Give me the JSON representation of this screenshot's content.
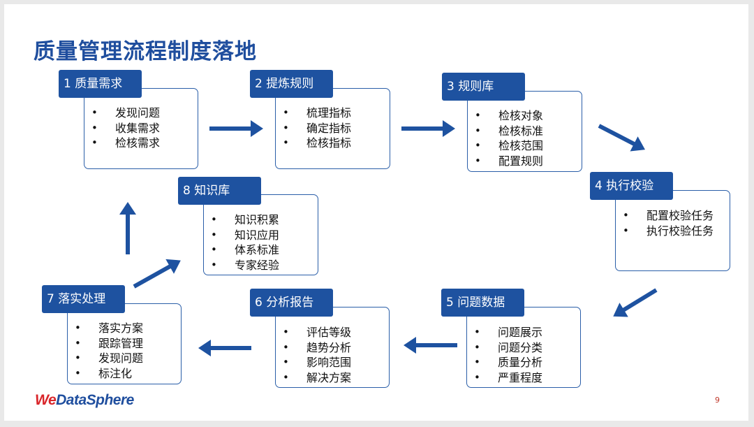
{
  "title": "质量管理流程制度落地",
  "steps": [
    {
      "label": "1 质量需求",
      "items": [
        "发现问题",
        "收集需求",
        "检核需求"
      ]
    },
    {
      "label": "2 提炼规则",
      "items": [
        "梳理指标",
        "确定指标",
        "检核指标"
      ]
    },
    {
      "label": "3 规则库",
      "items": [
        "检核对象",
        "检核标准",
        "检核范围",
        "配置规则"
      ]
    },
    {
      "label": "4 执行校验",
      "items": [
        "配置校验任务",
        "执行校验任务"
      ]
    },
    {
      "label": "5 问题数据",
      "items": [
        "问题展示",
        "问题分类",
        "质量分析",
        "严重程度"
      ]
    },
    {
      "label": "6 分析报告",
      "items": [
        "评估等级",
        "趋势分析",
        "影响范围",
        "解决方案"
      ]
    },
    {
      "label": "7 落实处理",
      "items": [
        "落实方案",
        "跟踪管理",
        "发现问题",
        "标注化"
      ]
    },
    {
      "label": "8 知识库",
      "items": [
        "知识积累",
        "知识应用",
        "体系标准",
        "专家经验"
      ]
    }
  ],
  "logo": {
    "we": "We",
    "rest": "DataSphere"
  },
  "page_number": "9",
  "colors": {
    "accent": "#1e52a0",
    "title": "#1f4e9e",
    "logo_red": "#d9252a"
  }
}
